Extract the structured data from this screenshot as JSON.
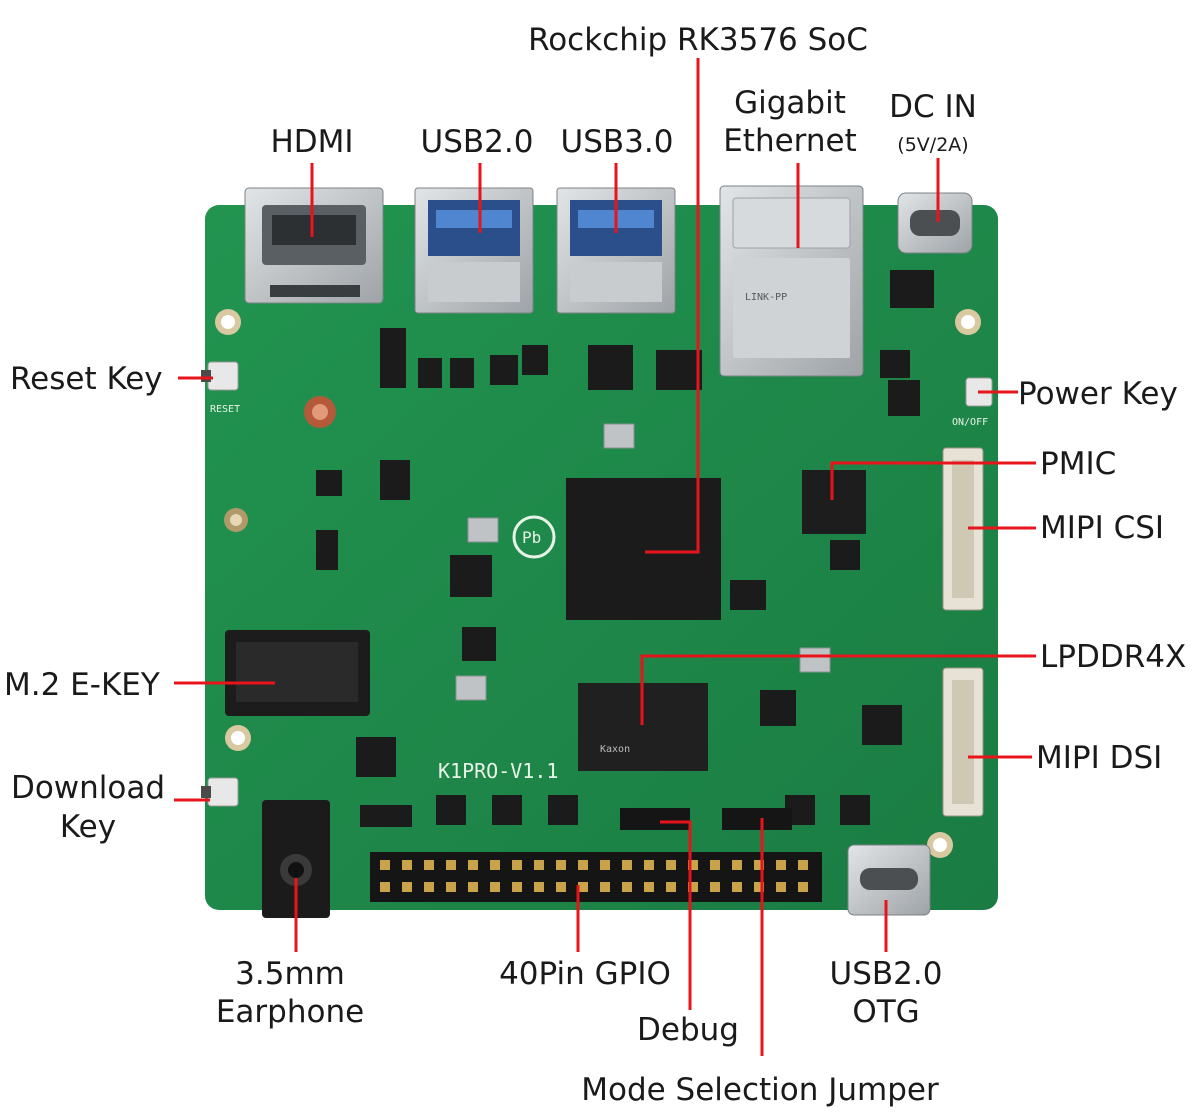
{
  "labels": {
    "soc": "Rockchip RK3576 SoC",
    "hdmi": "HDMI",
    "usb2": "USB2.0",
    "usb3": "USB3.0",
    "eth1": "Gigabit",
    "eth2": "Ethernet",
    "dc1": "DC IN",
    "dc2": "(5V/2A)",
    "reset": "Reset Key",
    "power": "Power Key",
    "pmic": "PMIC",
    "csi": "MIPI CSI",
    "m2": "M.2 E-KEY",
    "lpddr": "LPDDR4X",
    "dsi": "MIPI DSI",
    "download1": "Download",
    "download2": "Key",
    "ear1": "3.5mm",
    "ear2": "Earphone",
    "gpio": "40Pin GPIO",
    "debug": "Debug",
    "otg1": "USB2.0",
    "otg2": "OTG",
    "jumper": "Mode Selection Jumper"
  },
  "board": {
    "model": "K1PRO-V1.1",
    "silk_reset": "RESET",
    "silk_onoff": "ON/OFF",
    "silk_ram": "Kaxon"
  },
  "colors": {
    "pcb": "#1e8a4c",
    "leader": "#e8141b",
    "metal": "#bfc3c6",
    "chip": "#1b1b1b"
  }
}
